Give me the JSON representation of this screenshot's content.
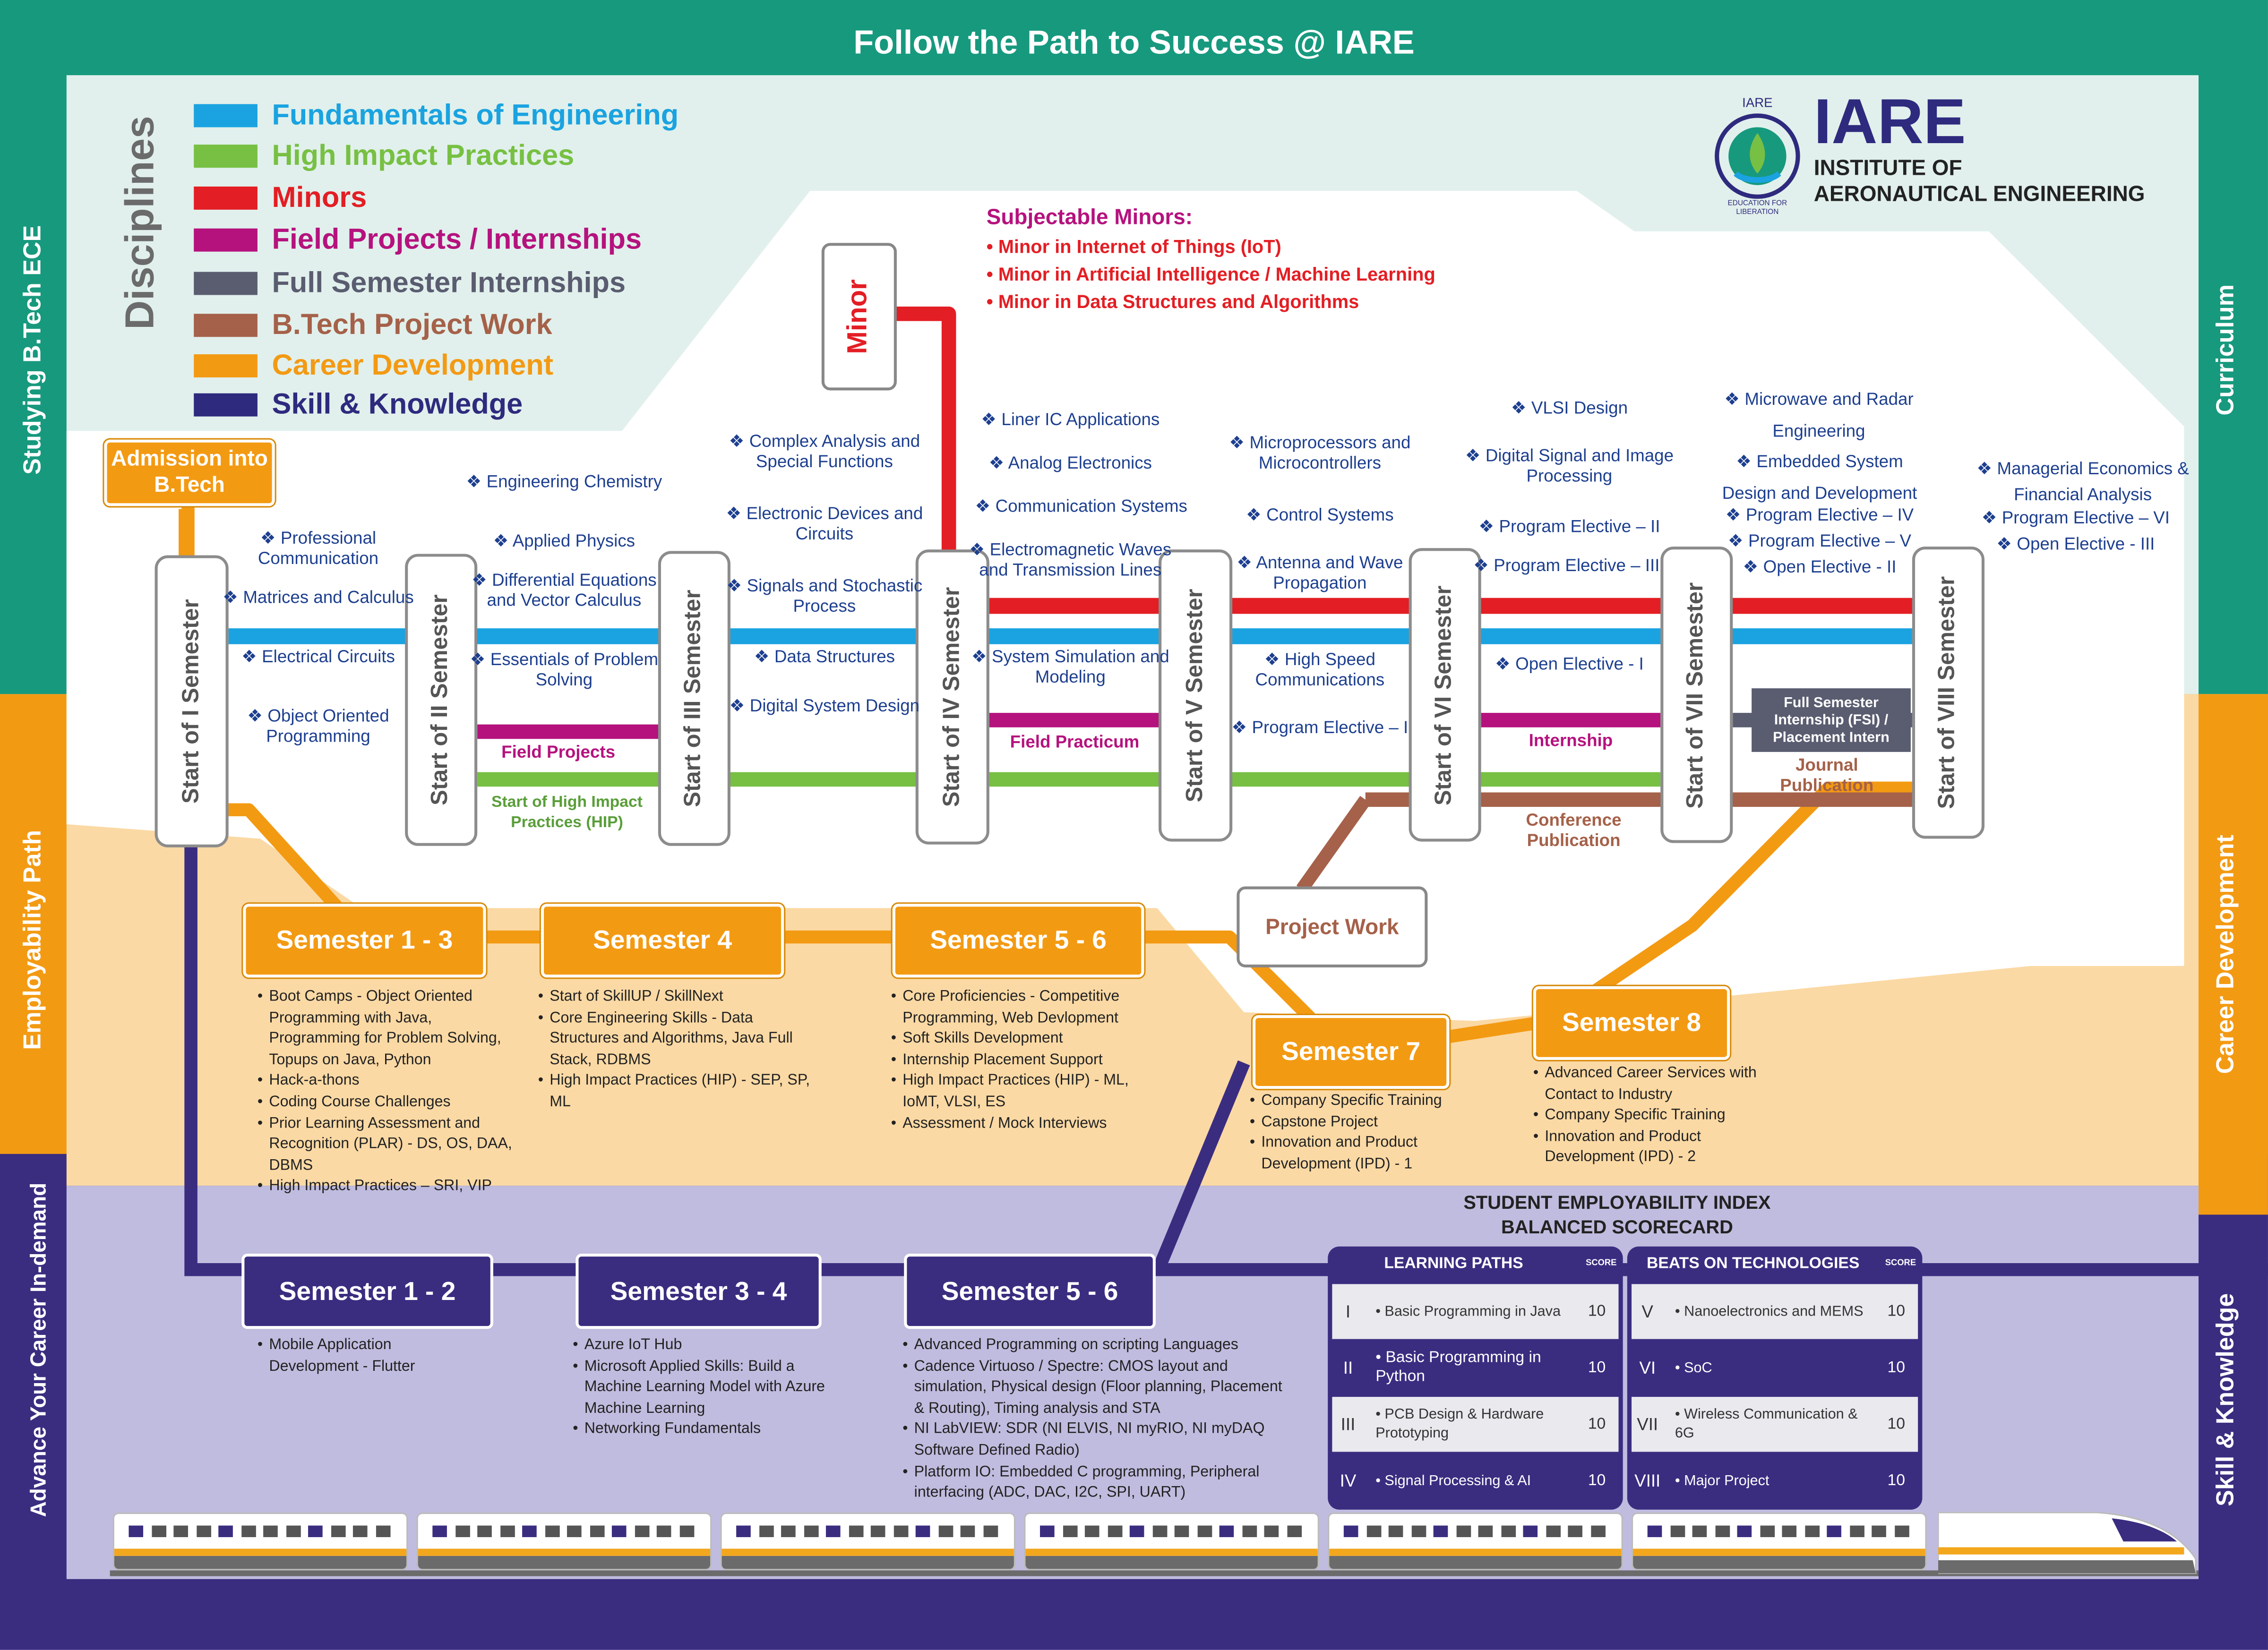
{
  "title": "Follow the Path to Success @ IARE",
  "colors": {
    "teal": "#17997e",
    "orange": "#f39a13",
    "purple": "#3a2d80",
    "light_teal": "#e1f0ec",
    "light_orange": "#fbd9a4",
    "light_purple": "#c0bcdf"
  },
  "left_bands": [
    "Studying B.Tech ECE",
    "Employability Path",
    "Advance Your Career In-demand"
  ],
  "right_bands": [
    "Curriculum",
    "Career Development",
    "Skill & Knowledge"
  ],
  "disciplines_label": "Disciplines",
  "legend": [
    {
      "label": "Fundamentals of Engineering",
      "color": "#1aa3e0"
    },
    {
      "label": "High Impact Practices",
      "color": "#77c043"
    },
    {
      "label": "Minors",
      "color": "#e31e24"
    },
    {
      "label": "Field Projects / Internships",
      "color": "#b5127e"
    },
    {
      "label": "Full Semester Internships",
      "color": "#5a5c70"
    },
    {
      "label": "B.Tech Project Work",
      "color": "#a56149"
    },
    {
      "label": "Career Development",
      "color": "#f39a13"
    },
    {
      "label": "Skill & Knowledge",
      "color": "#2e2a7e"
    }
  ],
  "logo": {
    "small": "IARE",
    "arc": "EDUCATION FOR LIBERATION",
    "name": "IARE",
    "line1": "INSTITUTE OF",
    "line2": "AERONAUTICAL ENGINEERING"
  },
  "minors": {
    "box": "Minor",
    "title": "Subjectable Minors:",
    "items": [
      "Minor in Internet of Things (IoT)",
      "Minor in Artificial Intelligence / Machine Learning",
      "Minor in Data Structures and Algorithms"
    ]
  },
  "admission": "Admission into B.Tech",
  "semesters": [
    "Start of I Semester",
    "Start of II Semester",
    "Start of III Semester",
    "Start of IV Semester",
    "Start of V Semester",
    "Start of VI Semester",
    "Start of VII Semester",
    "Start of VIII Semester"
  ],
  "topics": {
    "s1": [
      "❖ Professional Communication",
      "❖ Matrices and Calculus",
      "❖ Electrical Circuits",
      "❖ Object Oriented Programming"
    ],
    "s2": [
      "❖ Engineering Chemistry",
      "❖ Applied Physics",
      "❖ Differential Equations and Vector Calculus",
      "❖ Essentials of Problem Solving"
    ],
    "s3": [
      "❖ Complex Analysis and Special Functions",
      "❖ Electronic Devices and Circuits",
      "❖ Signals and Stochastic Process",
      "❖ Data Structures",
      "❖ Digital System Design"
    ],
    "s4": [
      "❖ Liner IC Applications",
      "❖ Analog Electronics",
      "❖ Communication Systems",
      "❖ Electromagnetic Waves and Transmission Lines",
      "❖ System Simulation and Modeling"
    ],
    "s5": [
      "❖ Microprocessors and Microcontrollers",
      "❖ Control Systems",
      "❖ Antenna and Wave Propagation",
      "❖ High Speed Communications",
      "❖ Program Elective – I"
    ],
    "s6": [
      "❖ VLSI Design",
      "❖ Digital Signal and Image Processing",
      "❖ Program Elective – II",
      "❖ Program Elective – III",
      "❖ Open Elective - I"
    ],
    "s7": [
      "❖ Microwave and Radar Engineering",
      "❖ Embedded System Design and Development",
      "❖ Program Elective – IV",
      "❖ Program Elective – V",
      "❖ Open Elective - II"
    ],
    "s8": [
      "❖ Managerial Economics & Financial Analysis",
      "❖ Program Elective – VI",
      "❖ Open Elective - III"
    ]
  },
  "line_labels": {
    "field_projects": "Field Projects",
    "hip_start": "Start of High Impact Practices (HIP)",
    "field_practicum": "Field Practicum",
    "internship": "Internship",
    "fsi": "Full Semester Internship (FSI) / Placement Intern",
    "journal": "Journal Publication",
    "conference": "Conference Publication",
    "project_work": "Project Work"
  },
  "career": [
    {
      "label": "Semester 1 - 3",
      "items": [
        "Boot Camps - Object Oriented Programming with Java, Programming for Problem Solving, Topups on Java, Python",
        "Hack-a-thons",
        "Coding Course Challenges",
        "Prior Learning Assessment and Recognition (PLAR) - DS, OS, DAA, DBMS",
        "High Impact Practices – SRI, VIP"
      ]
    },
    {
      "label": "Semester 4",
      "items": [
        "Start of SkillUP / SkillNext",
        "Core Engineering Skills - Data Structures and Algorithms, Java Full Stack, RDBMS",
        "High Impact Practices (HIP) - SEP, SP, ML"
      ]
    },
    {
      "label": "Semester 5 - 6",
      "items": [
        "Core Proficiencies - Competitive Programming, Web Devlopment",
        "Soft Skills Development",
        "Internship Placement Support",
        "High Impact Practices (HIP) - ML, IoMT, VLSI, ES",
        "Assessment / Mock Interviews"
      ]
    },
    {
      "label": "Semester 7",
      "items": [
        "Company Specific Training",
        "Capstone Project",
        "Innovation and Product Development (IPD) - 1"
      ]
    },
    {
      "label": "Semester 8",
      "items": [
        "Advanced Career Services with Contact to Industry",
        "Company Specific Training",
        "Innovation and Product Development (IPD) - 2"
      ]
    }
  ],
  "skills": [
    {
      "label": "Semester 1 - 2",
      "items": [
        "Mobile Application Development - Flutter"
      ]
    },
    {
      "label": "Semester 3 - 4",
      "items": [
        "Azure IoT Hub",
        "Microsoft Applied Skills: Build a Machine Learning Model with Azure Machine Learning",
        "Networking Fundamentals"
      ]
    },
    {
      "label": "Semester 5 - 6",
      "items": [
        "Advanced Programming on scripting Languages",
        "Cadence Virtuoso / Spectre: CMOS layout and simulation, Physical design (Floor planning, Placement & Routing), Timing analysis and STA",
        "NI LabVIEW: SDR (NI ELVIS, NI myRIO, NI myDAQ Software Defined Radio)",
        "Platform IO: Embedded C programming, Peripheral interfacing (ADC, DAC, I2C, SPI, UART)"
      ]
    }
  ],
  "scorecard": {
    "title1": "STUDENT EMPLOYABILITY INDEX",
    "title2": "BALANCED SCORECARD",
    "score_label": "SCORE",
    "learning": {
      "header": "LEARNING PATHS",
      "rows": [
        {
          "num": "I",
          "text": "• Basic Programming in Java",
          "score": "10"
        },
        {
          "num": "II",
          "text": "• Basic Programming in Python",
          "score": "10"
        },
        {
          "num": "III",
          "text": "• PCB Design & Hardware Prototyping",
          "score": "10"
        },
        {
          "num": "IV",
          "text": "• Signal Processing & AI",
          "score": "10"
        }
      ]
    },
    "beats": {
      "header": "BEATS ON TECHNOLOGIES",
      "rows": [
        {
          "num": "V",
          "text": "• Nanoelectronics and MEMS",
          "score": "10"
        },
        {
          "num": "VI",
          "text": "• SoC",
          "score": "10"
        },
        {
          "num": "VII",
          "text": "• Wireless Communication  & 6G",
          "score": "10"
        },
        {
          "num": "VIII",
          "text": "• Major Project",
          "score": "10"
        }
      ]
    }
  }
}
